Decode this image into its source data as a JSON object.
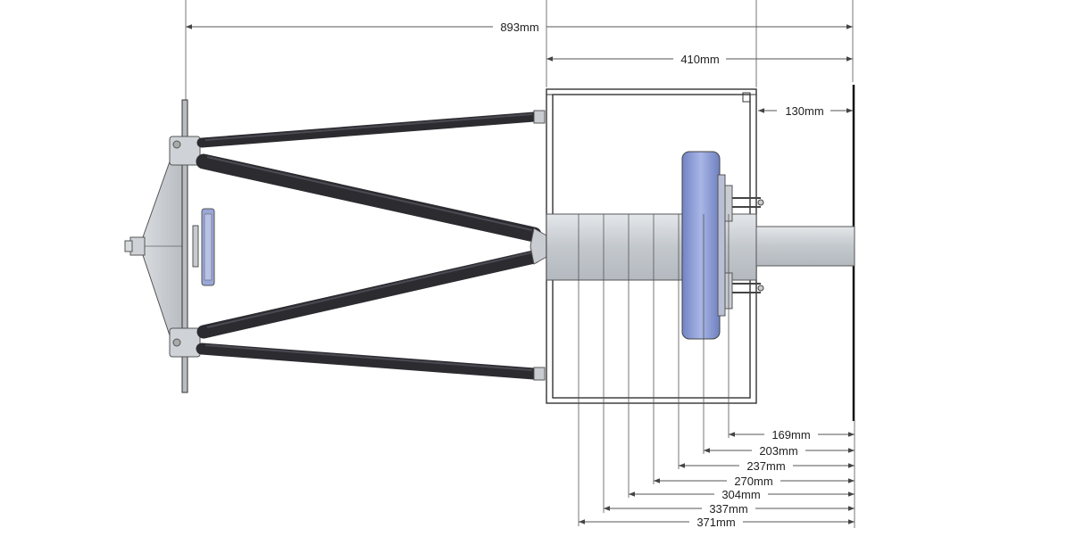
{
  "dimensions": {
    "overall": "893mm",
    "cage_width": "410mm",
    "end_offset": "130mm",
    "positions": [
      "169mm",
      "203mm",
      "237mm",
      "270mm",
      "304mm",
      "337mm",
      "371mm"
    ]
  },
  "colors": {
    "truss": "#2b2b30",
    "wheel": "#8e9ed8",
    "metal": "#c9cdd2",
    "line": "#555555"
  }
}
